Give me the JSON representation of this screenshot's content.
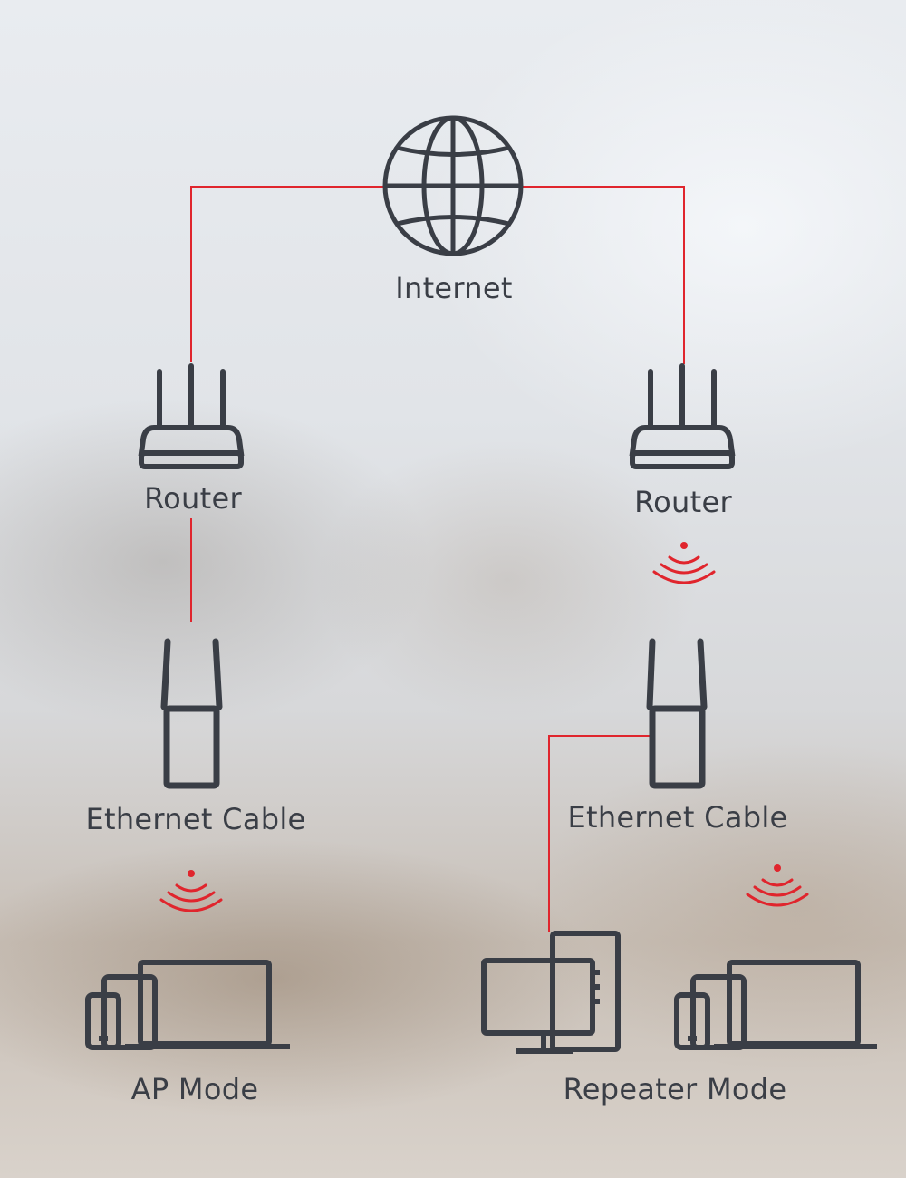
{
  "labels": {
    "internet": "Internet",
    "router_left": "Router",
    "router_right": "Router",
    "ethernet_left": "Ethernet Cable",
    "ethernet_right": "Ethernet Cable",
    "ap_mode": "AP Mode",
    "repeater_mode": "Repeater Mode"
  },
  "colors": {
    "connection_line": "#e0252d",
    "wifi_signal": "#e0252d",
    "icon_stroke": "#3a3e46"
  },
  "icons": {
    "internet": "globe-icon",
    "router": "router-icon",
    "extender": "wifi-extender-icon",
    "wifi": "wifi-signal-icon",
    "devices": "laptop-tablet-phone-icon",
    "desktop": "desktop-computer-icon"
  }
}
